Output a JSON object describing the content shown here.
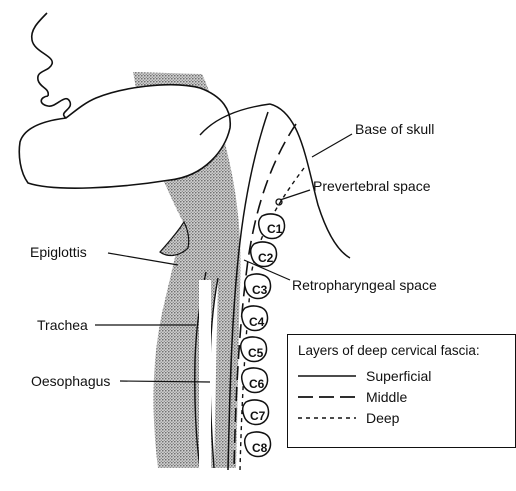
{
  "labels": {
    "base_of_skull": "Base of skull",
    "prevertebral_space": "Prevertebral space",
    "retropharyngeal_space": "Retropharyngeal space",
    "epiglottis": "Epiglottis",
    "trachea": "Trachea",
    "oesophagus": "Oesophagus"
  },
  "vertebrae": [
    "C1",
    "C2",
    "C3",
    "C4",
    "C5",
    "C6",
    "C7",
    "C8"
  ],
  "legend": {
    "title": "Layers of deep cervical fascia:",
    "items": [
      {
        "label": "Superficial",
        "style": "solid"
      },
      {
        "label": "Middle",
        "style": "long-dash"
      },
      {
        "label": "Deep",
        "style": "short-dash"
      }
    ]
  }
}
